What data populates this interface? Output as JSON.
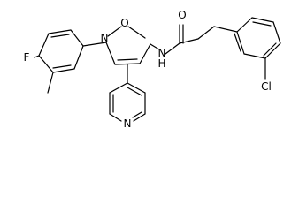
{
  "molecule": {
    "atoms": {
      "o_ring": "O",
      "n_ring": "N",
      "n_amide": "N",
      "h_amide": "H",
      "o_carbonyl": "O",
      "n_pyridine": "N",
      "f": "F",
      "cl": "Cl"
    },
    "colors": {
      "bond": "#000000",
      "text": "#000000",
      "background": "#ffffff"
    }
  }
}
